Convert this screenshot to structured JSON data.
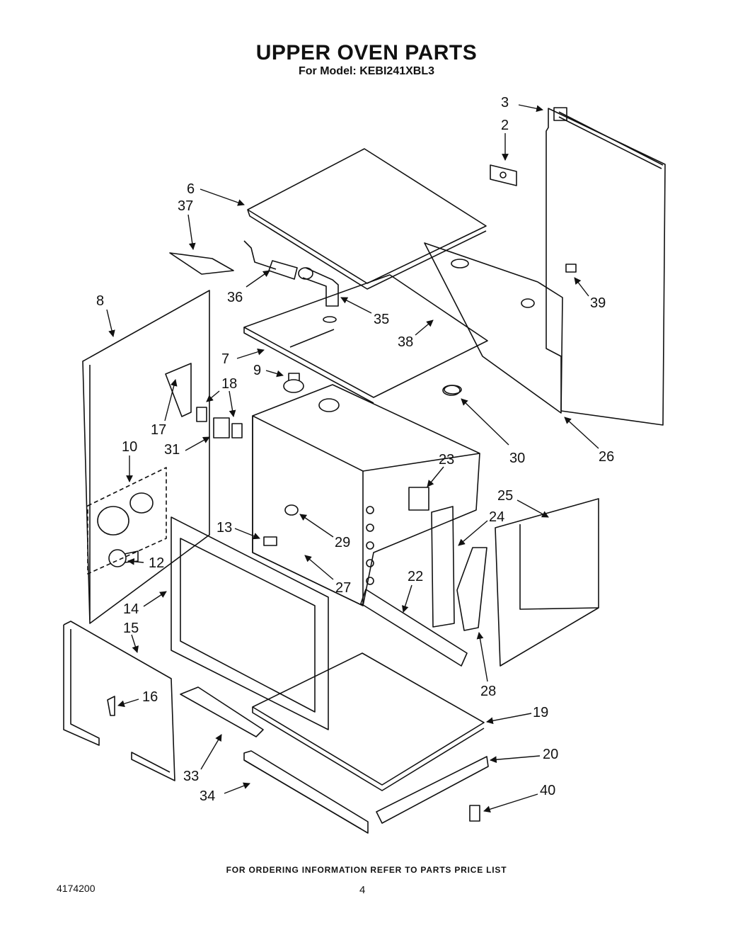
{
  "title": "UPPER OVEN PARTS",
  "subtitle": "For Model: KEBI241XBL3",
  "footer_note": "FOR ORDERING INFORMATION REFER TO PARTS PRICE LIST",
  "doc_number": "4174200",
  "page_number": "4",
  "callouts": [
    "3",
    "2",
    "6",
    "37",
    "36",
    "35",
    "38",
    "39",
    "8",
    "7",
    "9",
    "18",
    "17",
    "31",
    "10",
    "30",
    "26",
    "23",
    "25",
    "24",
    "13",
    "29",
    "12",
    "27",
    "22",
    "14",
    "15",
    "16",
    "28",
    "19",
    "33",
    "20",
    "34",
    "40"
  ]
}
